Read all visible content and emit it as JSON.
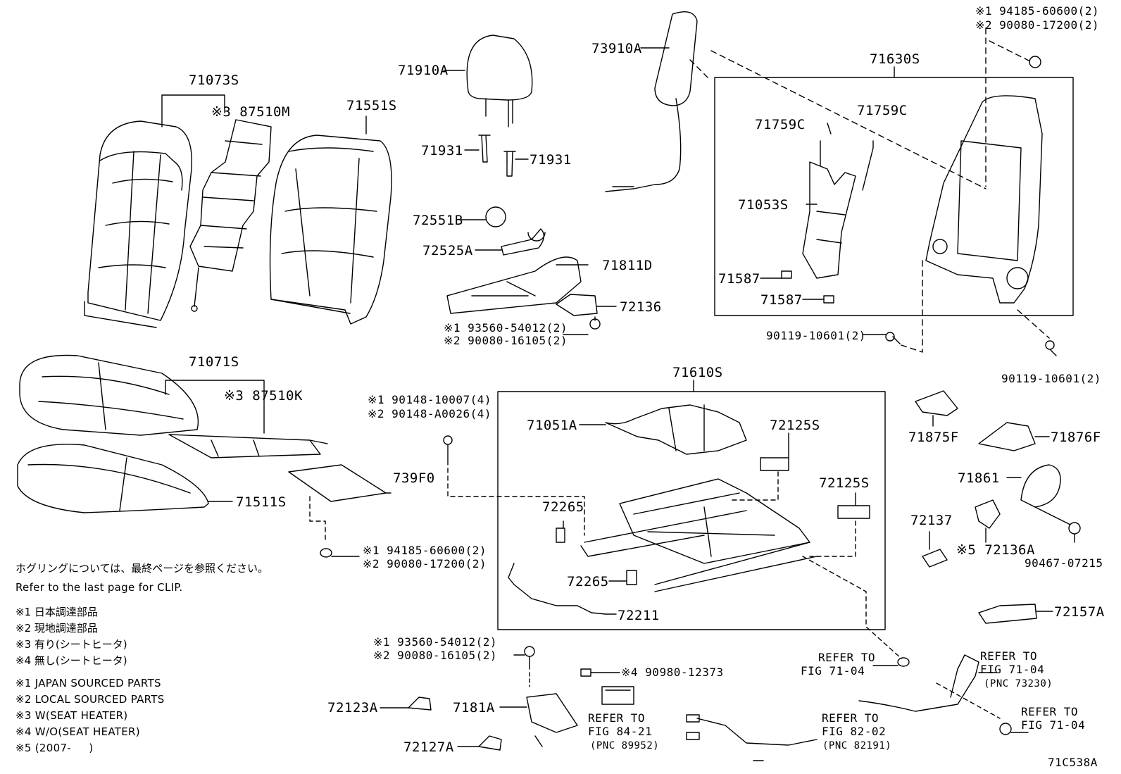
{
  "labels": {
    "p71073S": "71073S",
    "p87510M": "※3 87510M",
    "p71551S": "71551S",
    "p71910A": "71910A",
    "p71931a": "71931",
    "p71931b": "71931",
    "p72551B": "72551B",
    "p72525A": "72525A",
    "p71811D": "71811D",
    "p72136": "72136",
    "p73910A": "73910A",
    "p71630S": "71630S",
    "p71759Ca": "71759C",
    "p71759Cb": "71759C",
    "p71053S": "71053S",
    "p71587a": "71587",
    "p71587b": "71587",
    "p90119a": "90119-10601(2)",
    "p90119b": "90119-10601(2)",
    "p71071S": "71071S",
    "p87510K": "※3 87510K",
    "p71511S": "71511S",
    "p739F0": "739F0",
    "p71610S": "71610S",
    "p71051A": "71051A",
    "p72125Sa": "72125S",
    "p72125Sb": "72125S",
    "p72265a": "72265",
    "p72265b": "72265",
    "p72211": "72211",
    "p71875F": "71875F",
    "p71876F": "71876F",
    "p71861": "71861",
    "p72137": "72137",
    "p72136A": "※5 72136A",
    "p90467": "90467-07215",
    "p72157A": "72157A",
    "p72123A": "72123A",
    "p7181A": "7181A",
    "p72127A": "72127A",
    "p90980": "※4 90980-12373",
    "c1_1": "※1 93560-54012(2)",
    "c1_2": "※2 90080-16105(2)",
    "c2_1": "※1 90148-10007(4)",
    "c2_2": "※2 90148-A0026(4)",
    "c3_1": "※1 94185-60600(2)",
    "c3_2": "※2 90080-17200(2)",
    "c4_1": "※1 93560-54012(2)",
    "c4_2": "※2 90080-16105(2)",
    "c5_1": "※1 94185-60600(2)",
    "c5_2": "※2 90080-17200(2)",
    "r1_1": "REFER TO",
    "r1_2": "FIG 71-04",
    "r2_1": "REFER TO",
    "r2_2": "FIG 71-04",
    "r2_3": "(PNC 73230)",
    "r3_1": "REFER TO",
    "r3_2": "FIG 71-04",
    "r4_1": "REFER TO",
    "r4_2": "FIG 84-21",
    "r4_3": "(PNC 89952)",
    "r5_1": "REFER TO",
    "r5_2": "FIG 82-02",
    "r5_3": "(PNC 82191)",
    "figure_code": "71C538A"
  },
  "notes": {
    "clip_ja": "ホグリングについては、最終ページを参照ください。",
    "clip_en": "Refer to the last page for CLIP.",
    "ja1": "※1 日本調達部品",
    "ja2": "※2 現地調達部品",
    "ja3": "※3 有り(シートヒータ)",
    "ja4": "※4 無し(シートヒータ)",
    "en1": "※1 JAPAN SOURCED PARTS",
    "en2": "※2 LOCAL SOURCED PARTS",
    "en3": "※3 W(SEAT HEATER)",
    "en4": "※4 W/O(SEAT HEATER)",
    "en5": "※5 (2007-     )"
  }
}
